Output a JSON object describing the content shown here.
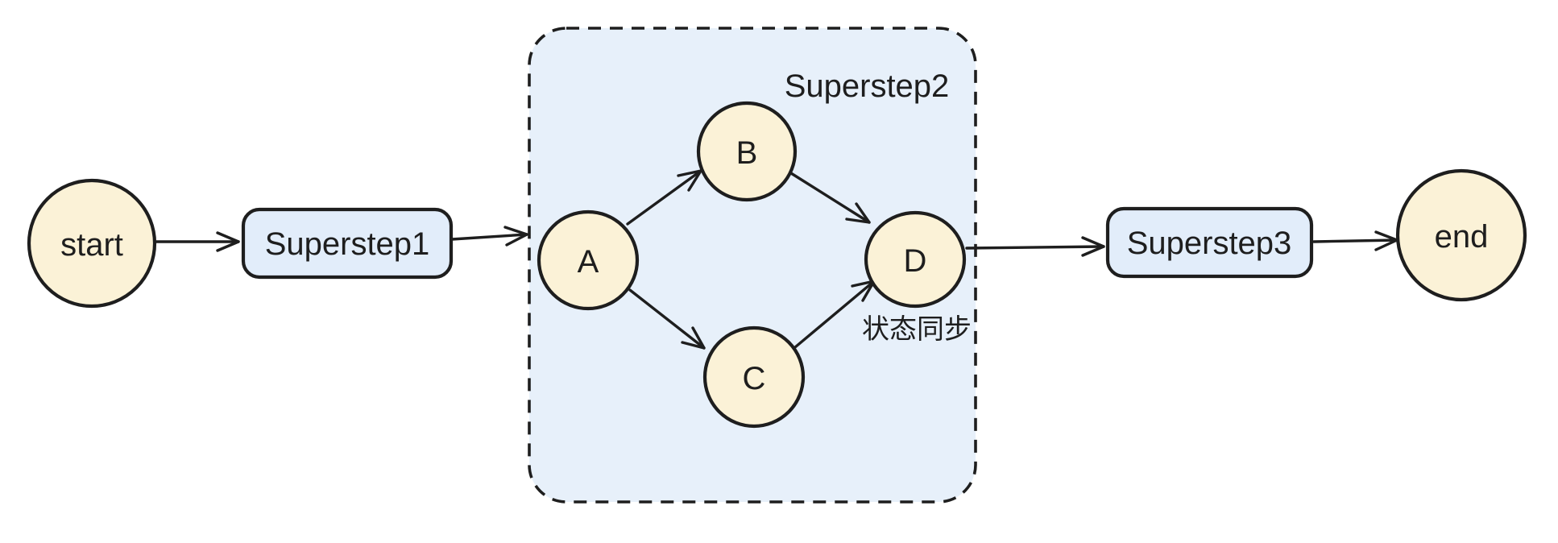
{
  "diagram": {
    "type": "flowchart",
    "description": "Pregel-style superstep execution flow",
    "colors": {
      "background": "#ffffff",
      "stroke": "#1e1e1e",
      "text": "#1e1e1e",
      "node_fill": "#fbf2d7",
      "step_fill": "#e2edfa",
      "container_fill": "#e7f0fa"
    },
    "nodes": {
      "start": {
        "label": "start",
        "shape": "ellipse"
      },
      "superstep1": {
        "label": "Superstep1",
        "shape": "rounded-rect"
      },
      "superstep2": {
        "label": "Superstep2",
        "shape": "dashed-container"
      },
      "a": {
        "label": "A",
        "shape": "circle"
      },
      "b": {
        "label": "B",
        "shape": "circle"
      },
      "c": {
        "label": "C",
        "shape": "circle"
      },
      "d": {
        "label": "D",
        "shape": "circle",
        "annotation": "状态同步"
      },
      "superstep3": {
        "label": "Superstep3",
        "shape": "rounded-rect"
      },
      "end": {
        "label": "end",
        "shape": "ellipse"
      }
    },
    "edges": [
      {
        "from": "start",
        "to": "Superstep1"
      },
      {
        "from": "Superstep1",
        "to": "Superstep2"
      },
      {
        "from": "A",
        "to": "B"
      },
      {
        "from": "A",
        "to": "C"
      },
      {
        "from": "B",
        "to": "D"
      },
      {
        "from": "C",
        "to": "D"
      },
      {
        "from": "Superstep2",
        "to": "Superstep3"
      },
      {
        "from": "Superstep3",
        "to": "end"
      }
    ]
  }
}
